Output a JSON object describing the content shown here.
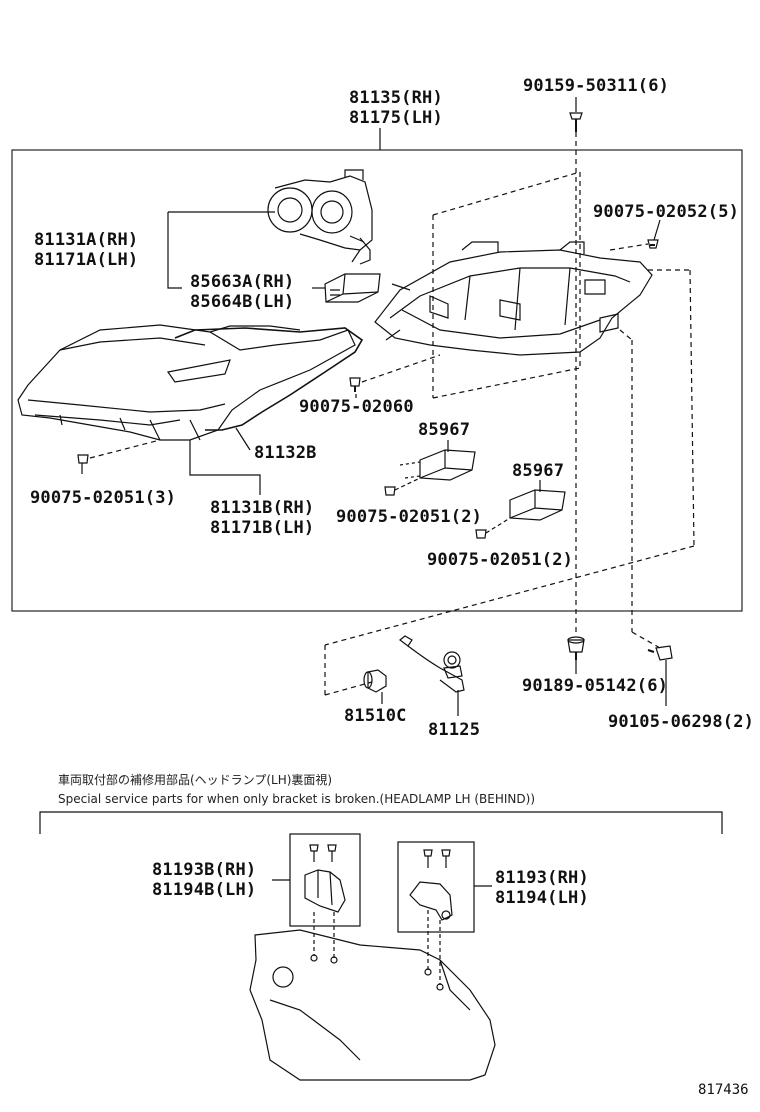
{
  "parts": {
    "assy_rh": "81135(RH)",
    "assy_lh": "81175(LH)",
    "screw_top": "90159-50311(6)",
    "unit_a_rh": "81131A(RH)",
    "unit_a_lh": "81171A(LH)",
    "screw_right": "90075-02052(5)",
    "ballast_rh": "85663A(RH)",
    "ballast_lh": "85664B(LH)",
    "screw_mid": "90075-02060",
    "module_1": "85967",
    "gasket": "81132B",
    "module_2": "85967",
    "screw_left": "90075-02051(3)",
    "unit_b_rh": "81131B(RH)",
    "unit_b_lh": "81171B(LH)",
    "screw_module_1": "90075-02051(2)",
    "screw_module_2": "90075-02051(2)",
    "bolt_center": "90189-05142(6)",
    "bolt_right": "90105-06298(2)",
    "bulb": "81510C",
    "socket_wire": "81125",
    "bracket_b_rh": "81193B(RH)",
    "bracket_b_lh": "81194B(LH)",
    "bracket_rh": "81193(RH)",
    "bracket_lh": "81194(LH)"
  },
  "notes": {
    "japanese": "車両取付部の補修用部品(ヘッドランプ(LH)裏面視)",
    "english": "Special service parts for when only bracket is broken.(HEADLAMP LH (BEHIND))"
  },
  "figure_number": "817436"
}
